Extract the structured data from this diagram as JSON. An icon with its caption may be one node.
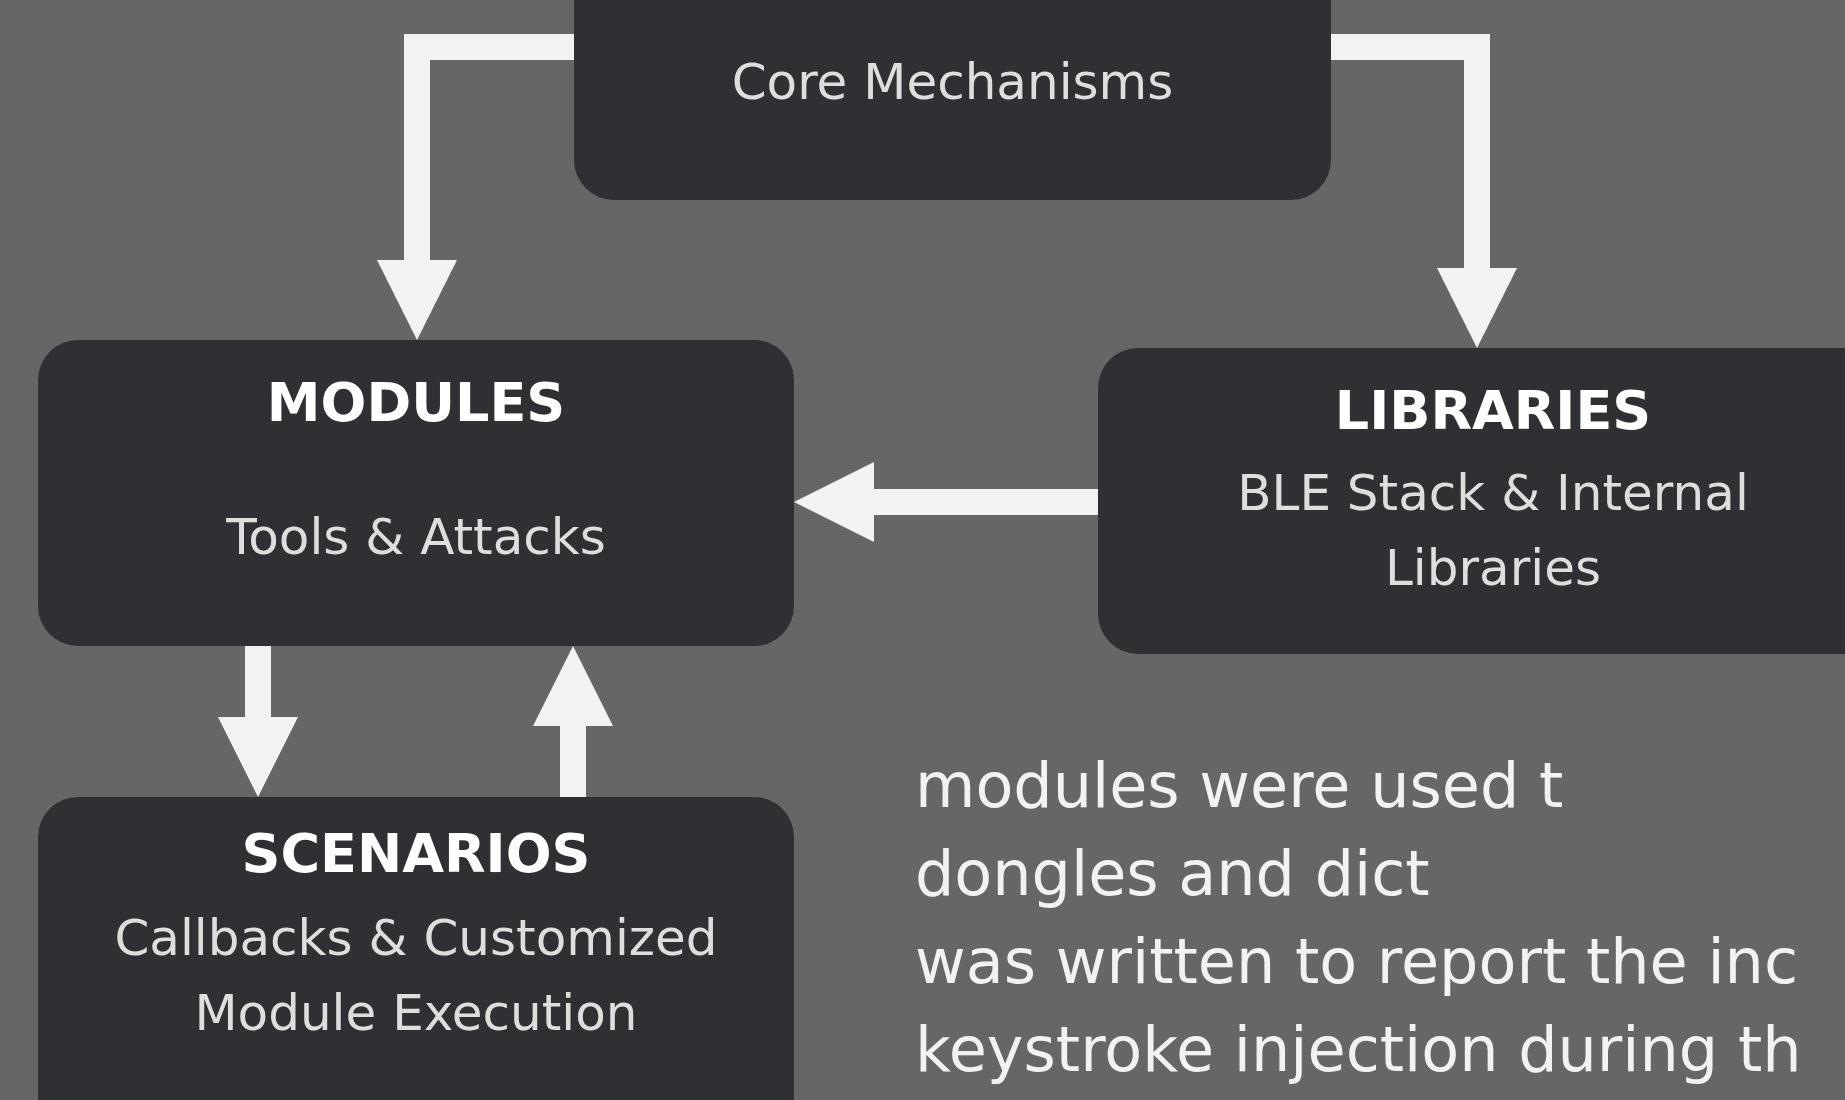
{
  "diagram": {
    "nodes": [
      {
        "text": [
          "Core Mechanisms"
        ]
      },
      {
        "text": [
          "MODULES",
          "Tools & Attacks"
        ]
      },
      {
        "text": [
          "LIBRARIES",
          "BLE Stack & Internal Libraries"
        ]
      },
      {
        "text": [
          "SCENARIOS",
          "Callbacks & Customized Module Execution"
        ]
      }
    ],
    "edges": [
      {
        "from": 0,
        "to": 1,
        "arrow": "to"
      },
      {
        "from": 0,
        "to": 2,
        "arrow": "to"
      },
      {
        "from": 2,
        "to": 1,
        "arrow": "to"
      },
      {
        "from": 1,
        "to": 3,
        "arrow": "to"
      },
      {
        "from": 3,
        "to": 1,
        "arrow": "to"
      }
    ],
    "labels": [
      "modules were used t",
      "dongles and dict",
      "was written to report the inc",
      "keystroke injection during th"
    ]
  }
}
